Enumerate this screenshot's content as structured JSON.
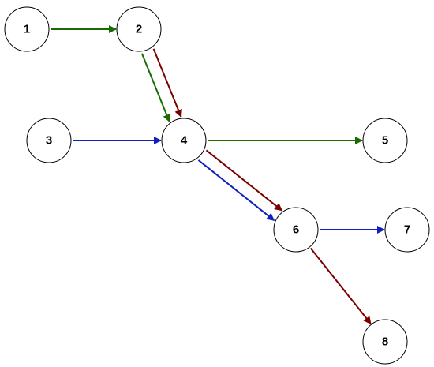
{
  "colors": {
    "green": "#1a6b00",
    "darkred": "#7a0000",
    "blue": "#1020c0",
    "node_stroke": "#000000",
    "node_fill": "#ffffff"
  },
  "nodes": [
    {
      "id": "1",
      "label": "1"
    },
    {
      "id": "2",
      "label": "2"
    },
    {
      "id": "3",
      "label": "3"
    },
    {
      "id": "4",
      "label": "4"
    },
    {
      "id": "5",
      "label": "5"
    },
    {
      "id": "6",
      "label": "6"
    },
    {
      "id": "7",
      "label": "7"
    },
    {
      "id": "8",
      "label": "8"
    }
  ],
  "edges": [
    {
      "from": "1",
      "to": "2",
      "color": "green"
    },
    {
      "from": "2",
      "to": "4",
      "color": "green"
    },
    {
      "from": "2",
      "to": "4",
      "color": "darkred"
    },
    {
      "from": "3",
      "to": "4",
      "color": "blue"
    },
    {
      "from": "4",
      "to": "5",
      "color": "green"
    },
    {
      "from": "4",
      "to": "6",
      "color": "blue"
    },
    {
      "from": "4",
      "to": "6",
      "color": "darkred"
    },
    {
      "from": "6",
      "to": "7",
      "color": "blue"
    },
    {
      "from": "6",
      "to": "8",
      "color": "darkred"
    }
  ]
}
